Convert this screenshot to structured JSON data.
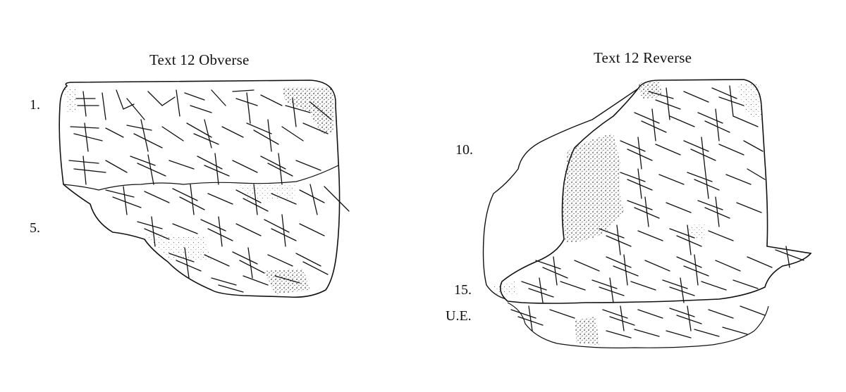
{
  "obverse": {
    "title": "Text 12 Obverse",
    "line_labels": [
      "1.",
      "5."
    ]
  },
  "reverse": {
    "title": "Text 12 Reverse",
    "line_labels": [
      "10.",
      "15.",
      "U.E."
    ]
  }
}
